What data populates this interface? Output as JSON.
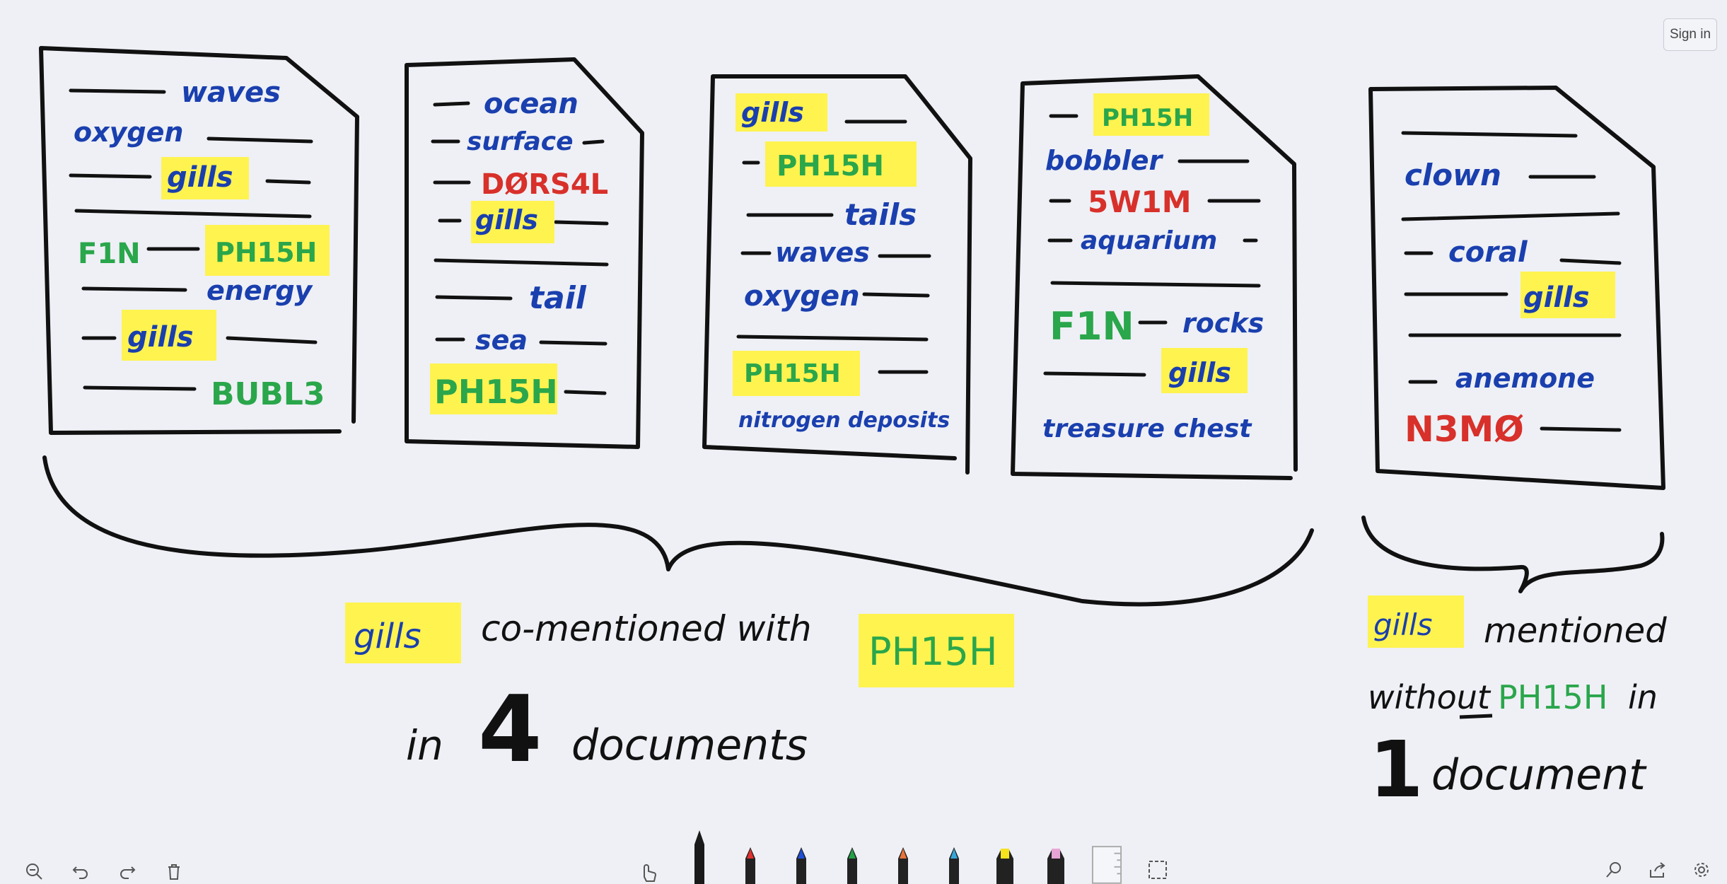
{
  "app": {
    "sign_in_label": "Sign in"
  },
  "documents": [
    {
      "words": [
        "waves",
        "oxygen",
        "gills",
        "F1N",
        "PH15H",
        "energy",
        "gills",
        "BUBL3"
      ]
    },
    {
      "words": [
        "ocean",
        "surface",
        "DØRS4L",
        "gills",
        "tail",
        "sea",
        "PH15H"
      ]
    },
    {
      "words": [
        "gills",
        "PH15H",
        "tails",
        "waves",
        "oxygen",
        "PH15H",
        "nitrogen deposits"
      ]
    },
    {
      "words": [
        "PH15H",
        "bobbler",
        "5W1M",
        "aquarium",
        "F1N",
        "rocks",
        "gills",
        "treasure chest"
      ]
    },
    {
      "words": [
        "clown",
        "coral",
        "gills",
        "anemone",
        "N3MØ"
      ]
    }
  ],
  "captions": {
    "left": {
      "term_a": "gills",
      "middle": "co-mentioned with",
      "term_b": "PH15H",
      "line2_prefix": "in",
      "count": "4",
      "line2_suffix": "documents"
    },
    "right": {
      "term_a": "gills",
      "word1": "mentioned",
      "word2": "without",
      "term_b": "PH15H",
      "word3": "in",
      "count": "1",
      "word4": "document"
    }
  },
  "colors": {
    "ink": "#111111",
    "blue": "#1a3fae",
    "green": "#2aa64b",
    "red": "#d8302a",
    "highlight": "#fff350",
    "board": "#eef0f5"
  },
  "toolbar": {
    "left_icons": [
      "zoom-out-icon",
      "undo-icon",
      "redo-icon",
      "trash-icon"
    ],
    "mid_tools": [
      "touch-writing-icon",
      "black-pen",
      "red-pen",
      "blue-pen",
      "green-pen",
      "galaxy-pen",
      "rainbow-pen",
      "yellow-highlighter",
      "pink-highlighter",
      "ruler",
      "lasso-select-icon"
    ],
    "right_icons": [
      "search-icon",
      "share-icon",
      "settings-gear-icon"
    ]
  }
}
